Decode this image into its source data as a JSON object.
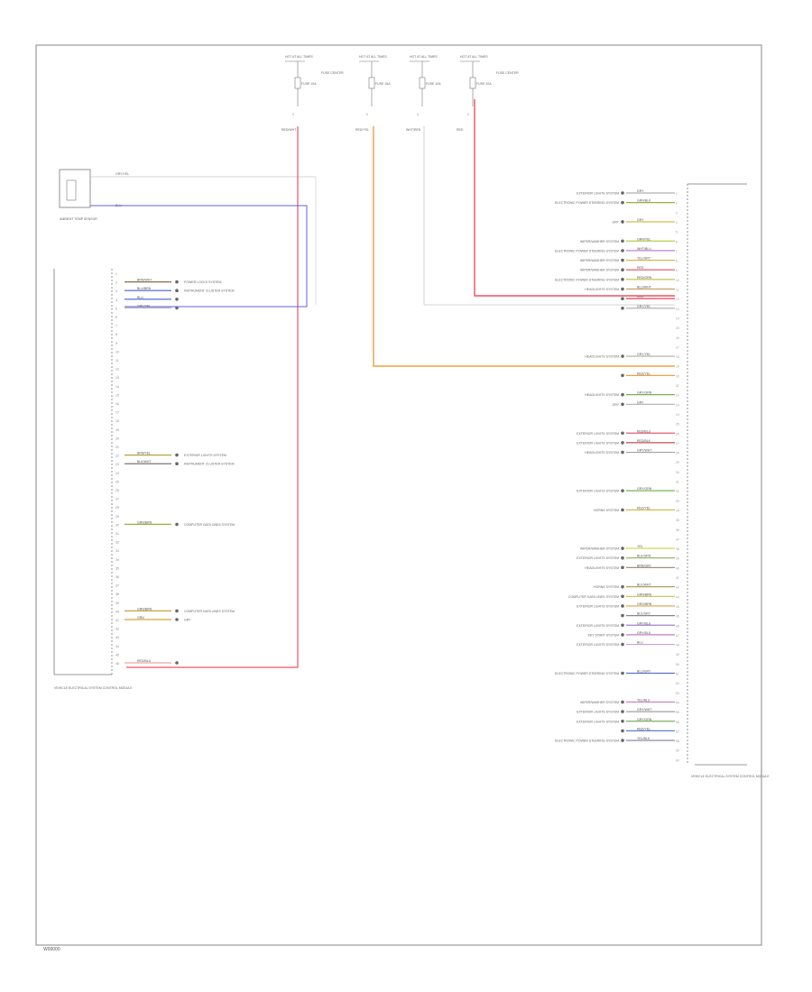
{
  "footer_code": "W00000",
  "fuses": [
    {
      "id": "f1",
      "top": "HOT AT ALL TIMES",
      "fuse": "FUSE 10A",
      "pin": "1",
      "wire": "RED/WHT",
      "note": "FUSE CENTER"
    },
    {
      "id": "f2",
      "top": "HOT AT ALL TIMES",
      "fuse": "FUSE 15A",
      "pin": "1",
      "wire": "RED/YEL",
      "note": ""
    },
    {
      "id": "f3",
      "top": "HOT AT ALL TIMES",
      "fuse": "FUSE 10A",
      "pin": "1",
      "wire": "WHT/RED",
      "note": ""
    },
    {
      "id": "f4",
      "top": "HOT AT ALL TIMES",
      "fuse": "FUSE 20A",
      "pin": "1",
      "wire": "RED",
      "note": "FUSE CENTER"
    }
  ],
  "sensor": {
    "label": "AMBIENT TEMP SENSOR",
    "wire_top": "GRY/YEL",
    "wire_bottom": "BLU"
  },
  "left_module": {
    "label": "VEHICLE ELECTRICAL SYSTEM CONTROL MODULE",
    "pins": [
      "1",
      "2",
      "3",
      "4",
      "5",
      "6",
      "7",
      "8",
      "9",
      "10",
      "11",
      "12",
      "13",
      "14",
      "15",
      "16",
      "17",
      "18",
      "19",
      "20",
      "21",
      "22",
      "23",
      "24",
      "25",
      "26",
      "27",
      "28",
      "29",
      "30",
      "31",
      "32",
      "33",
      "34",
      "35",
      "36",
      "37",
      "38",
      "39",
      "40",
      "41",
      "42",
      "43",
      "44",
      "45",
      "46"
    ],
    "wires": [
      {
        "row": 1,
        "color": "BRN/WHT",
        "hex": "#8a6d4a",
        "label": "POWER LOCKS SYSTEM"
      },
      {
        "row": 2,
        "color": "BLU/BRN",
        "hex": "#4a5bd1",
        "label": "INSTRUMENT CLUSTER SYSTEM"
      },
      {
        "row": 3,
        "color": "BLU",
        "hex": "#4a5bd1",
        "label": ""
      },
      {
        "row": 4,
        "color": "GRY/YEL",
        "hex": "#b0b0b0",
        "label": ""
      },
      {
        "row": 21,
        "color": "BRN/YEL",
        "hex": "#b8a43a",
        "label": "EXTERIOR LIGHTS SYSTEM"
      },
      {
        "row": 22,
        "color": "BLK/WHT",
        "hex": "#666666",
        "label": "INSTRUMENT CLUSTER SYSTEM"
      },
      {
        "row": 29,
        "color": "GRN/BRN",
        "hex": "#9ab03a",
        "label": "COMPUTER DATA LINES SYSTEM"
      },
      {
        "row": 39,
        "color": "GRN/BRN",
        "hex": "#c8a13a",
        "label": "COMPUTER DATA LINES SYSTEM"
      },
      {
        "row": 40,
        "color": "GRN",
        "hex": "#d4a43a",
        "label": "GRY"
      },
      {
        "row": 45,
        "color": "RED/BLU",
        "hex": "#f0a0a8",
        "label": ""
      }
    ]
  },
  "right_module": {
    "label": "VEHICLE ELECTRICAL SYSTEM CONTROL MODULE",
    "wires": [
      {
        "row": 0,
        "color": "GRY",
        "hex": "#b0b0b0",
        "label": "EXTERIOR LIGHTS SYSTEM"
      },
      {
        "row": 1,
        "color": "GRN/BLK",
        "hex": "#9ab03a",
        "label": "ELECTRONIC POWER STEERING SYSTEM"
      },
      {
        "row": 3,
        "color": "GRY",
        "hex": "#d4b43a",
        "label": "GRY"
      },
      {
        "row": 5,
        "color": "GRN/YEL",
        "hex": "#b8d04a",
        "label": "WIPER/WASHER SYSTEM"
      },
      {
        "row": 6,
        "color": "WHT/BLU",
        "hex": "#c080d0",
        "label": "ELECTRONIC POWER STEERING SYSTEM"
      },
      {
        "row": 7,
        "color": "YEL/GRY",
        "hex": "#d4b43a",
        "label": "WIPER/WASHER SYSTEM"
      },
      {
        "row": 8,
        "color": "RED",
        "hex": "#e05060",
        "label": "WIPER/WASHER SYSTEM"
      },
      {
        "row": 9,
        "color": "RED/GRN",
        "hex": "#c8c050",
        "label": "ELECTRONIC POWER STEERING SYSTEM"
      },
      {
        "row": 10,
        "color": "BLU/WHT",
        "hex": "#c8a060",
        "label": "HEADLIGHTS SYSTEM"
      },
      {
        "row": 11,
        "color": "RED",
        "hex": "#e0405a",
        "label": ""
      },
      {
        "row": 12,
        "color": "GRY/YEL",
        "hex": "#aaaaaa",
        "label": ""
      },
      {
        "row": 17,
        "color": "GRY/YEL",
        "hex": "#aaaaaa",
        "label": "HEADLIGHTS SYSTEM"
      },
      {
        "row": 19,
        "color": "RED/YEL",
        "hex": "#f0a040",
        "label": ""
      },
      {
        "row": 21,
        "color": "GRY/GRN",
        "hex": "#7ab05a",
        "label": "HEADLIGHTS SYSTEM"
      },
      {
        "row": 22,
        "color": "GRY",
        "hex": "#b0b0b0",
        "label": "GRY"
      },
      {
        "row": 25,
        "color": "RED/BLU",
        "hex": "#e06070",
        "label": "EXTERIOR LIGHTS SYSTEM"
      },
      {
        "row": 26,
        "color": "RED/BLK",
        "hex": "#c05050",
        "label": "EXTERIOR LIGHTS SYSTEM"
      },
      {
        "row": 27,
        "color": "GRY/WHT",
        "hex": "#a0a0a0",
        "label": "HEADLIGHTS SYSTEM"
      },
      {
        "row": 31,
        "color": "GRY/GRN",
        "hex": "#7ab05a",
        "label": "EXTERIOR LIGHTS SYSTEM"
      },
      {
        "row": 33,
        "color": "RED/YEL",
        "hex": "#d4b43a",
        "label": "HORNS SYSTEM"
      },
      {
        "row": 37,
        "color": "YEL",
        "hex": "#d4d43a",
        "label": "WIPER/WASHER SYSTEM"
      },
      {
        "row": 38,
        "color": "BLK/GRN",
        "hex": "#8ab05a",
        "label": "EXTERIOR LIGHTS SYSTEM"
      },
      {
        "row": 39,
        "color": "BRN/GRY",
        "hex": "#a09080",
        "label": "HEADLIGHTS SYSTEM"
      },
      {
        "row": 41,
        "color": "BLK/WHT",
        "hex": "#b0a060",
        "label": "HORNS SYSTEM"
      },
      {
        "row": 42,
        "color": "GRN/BRN",
        "hex": "#c8c050",
        "label": "COMPUTER DATA LINES SYSTEM"
      },
      {
        "row": 43,
        "color": "ORG/BRN",
        "hex": "#e0a040",
        "label": "EXTERIOR LIGHTS SYSTEM"
      },
      {
        "row": 44,
        "color": "BLK/GRY",
        "hex": "#888888",
        "label": ""
      },
      {
        "row": 45,
        "color": "GRY/BLU",
        "hex": "#a080d0",
        "label": "EXTERIOR LIGHTS SYSTEM"
      },
      {
        "row": 46,
        "color": "GRY/BLU",
        "hex": "#c080c0",
        "label": "KEY START SYSTEM"
      },
      {
        "row": 47,
        "color": "BLU",
        "hex": "#d0a0e0",
        "label": "EXTERIOR LIGHTS SYSTEM"
      },
      {
        "row": 50,
        "color": "BLU/GRY",
        "hex": "#6070d0",
        "label": "ELECTRONIC POWER STEERING SYSTEM"
      },
      {
        "row": 53,
        "color": "YEL/BLU",
        "hex": "#c080c0",
        "label": "WIPER/WASHER SYSTEM"
      },
      {
        "row": 54,
        "color": "GRY/WHT",
        "hex": "#a0a0a0",
        "label": "EXTERIOR LIGHTS SYSTEM"
      },
      {
        "row": 55,
        "color": "GRY/GRN",
        "hex": "#7ab05a",
        "label": "EXTERIOR LIGHTS SYSTEM"
      },
      {
        "row": 56,
        "color": "RED/YEL",
        "hex": "#6080d0",
        "label": ""
      },
      {
        "row": 57,
        "color": "YEL/BLK",
        "hex": "#8080a0",
        "label": "ELECTRONIC POWER STEERING SYSTEM"
      }
    ]
  },
  "colors": {
    "red": "#f0505e",
    "orange": "#f0a040",
    "blue": "#6060e0",
    "gray": "#c8c8c8",
    "frame": "#999999"
  }
}
